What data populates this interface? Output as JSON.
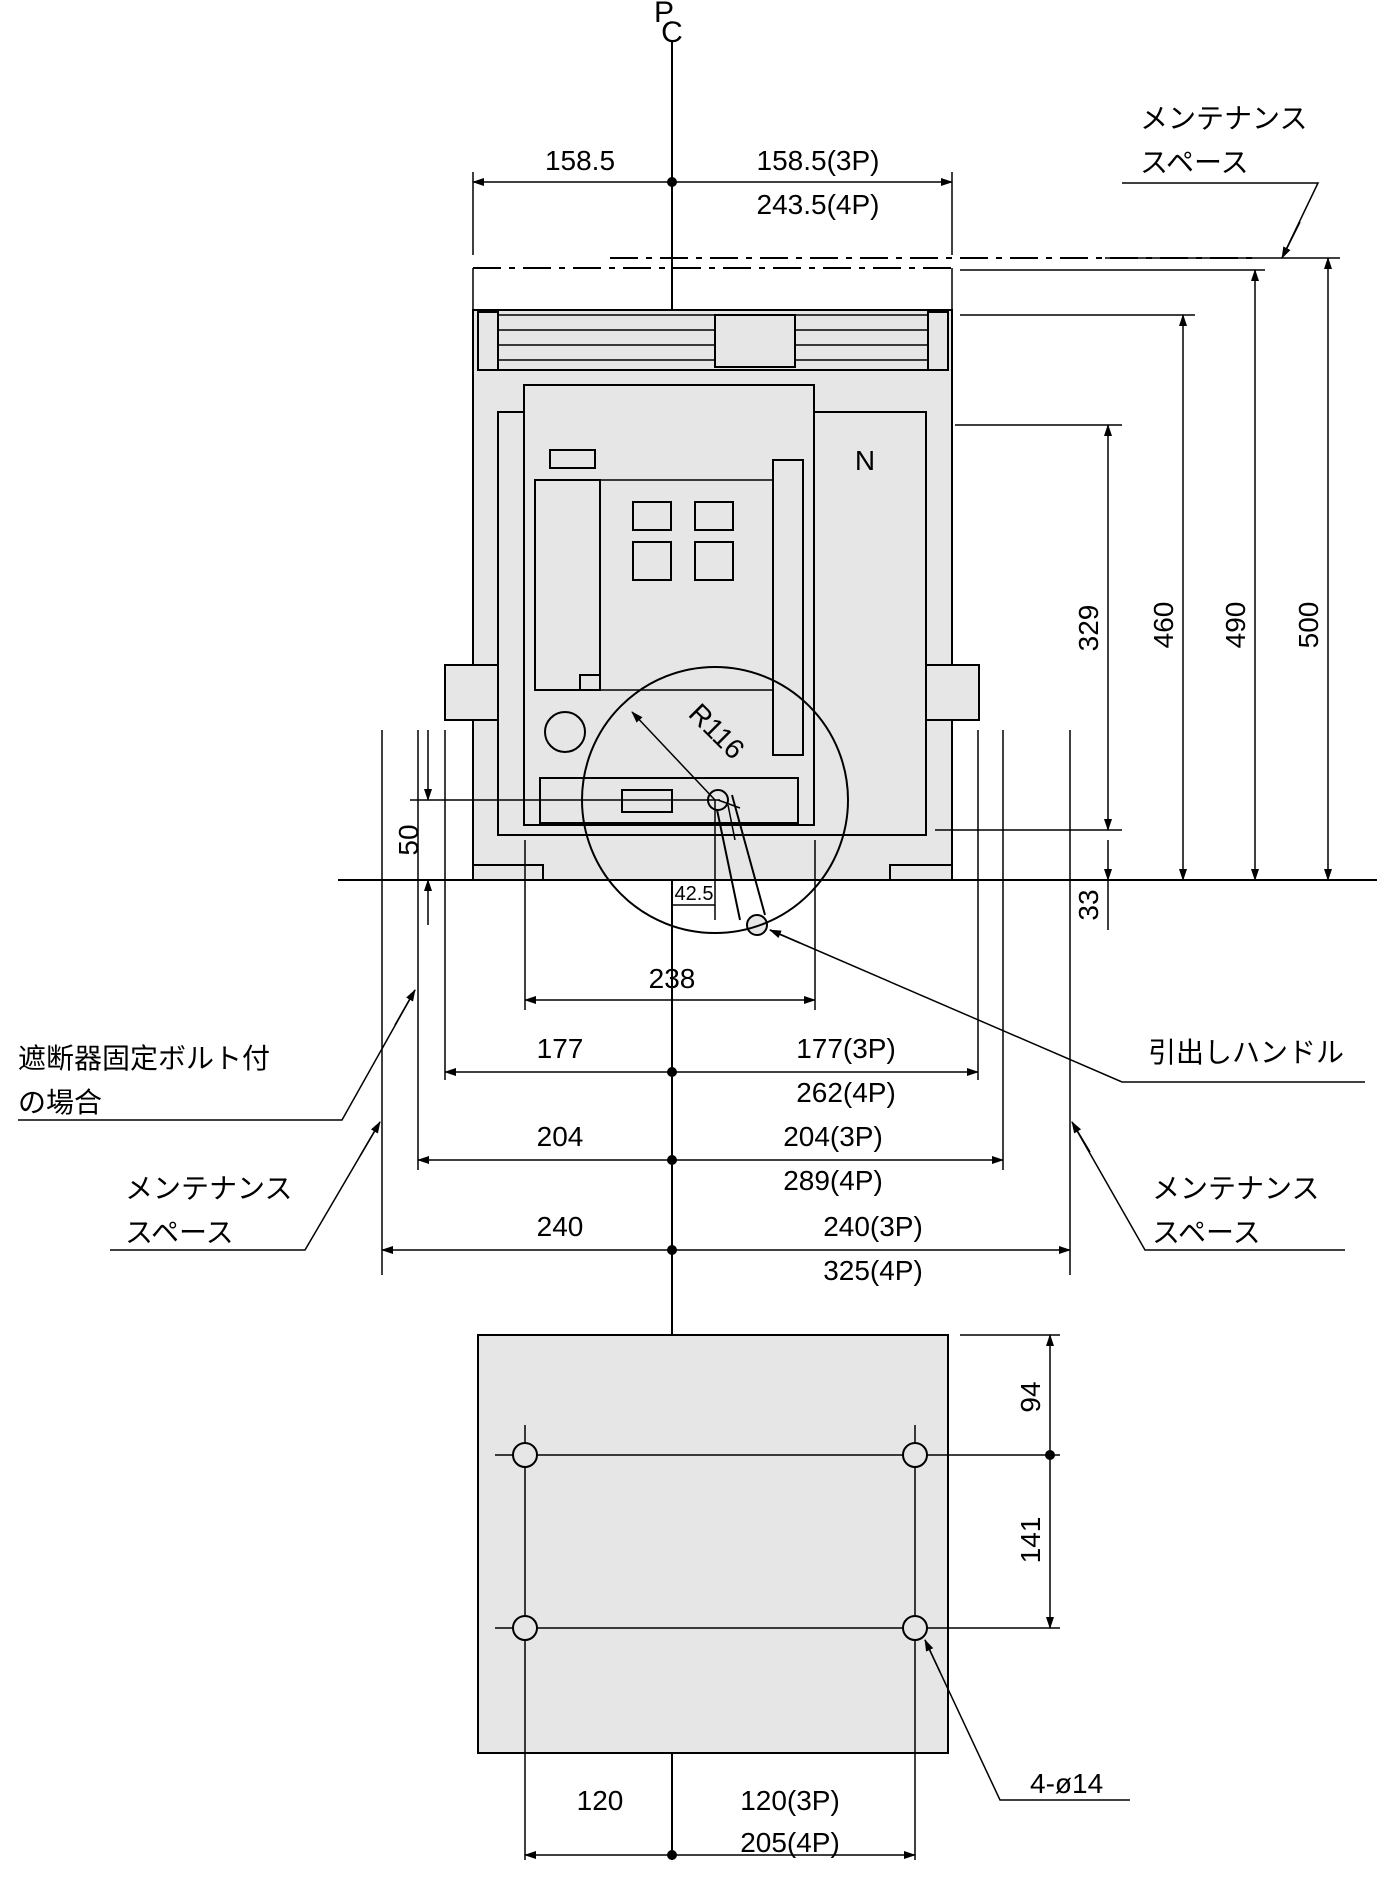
{
  "centerline_symbol": "P̲\nC",
  "centerline": {
    "top": "P",
    "bottom": "C"
  },
  "top_widths": {
    "left": "158.5",
    "right_3p": "158.5(3P)",
    "right_4p": "243.5(4P)"
  },
  "heights": {
    "h329": "329",
    "h460": "460",
    "h490": "490",
    "h500": "500",
    "h50": "50",
    "h33": "33"
  },
  "neutral_label": "N",
  "radius_label": "R116",
  "offset_label": "42.5",
  "width_238": "238",
  "widths_177": {
    "left": "177",
    "right_3p": "177(3P)",
    "right_4p": "262(4P)"
  },
  "widths_204": {
    "left": "204",
    "right_3p": "204(3P)",
    "right_4p": "289(4P)"
  },
  "widths_240": {
    "left": "240",
    "right_3p": "240(3P)",
    "right_4p": "325(4P)"
  },
  "maintenance_space": {
    "line1": "メンテナンス",
    "line2": "スペース"
  },
  "fixing_bolt": {
    "line1": "遮断器固定ボルト付",
    "line2": "の場合"
  },
  "handle_label": "引出しハンドル",
  "base": {
    "h94": "94",
    "h141": "141",
    "w_left": "120",
    "w_right_3p": "120(3P)",
    "w_right_4p": "205(4P)",
    "holes": "4-ø14"
  }
}
